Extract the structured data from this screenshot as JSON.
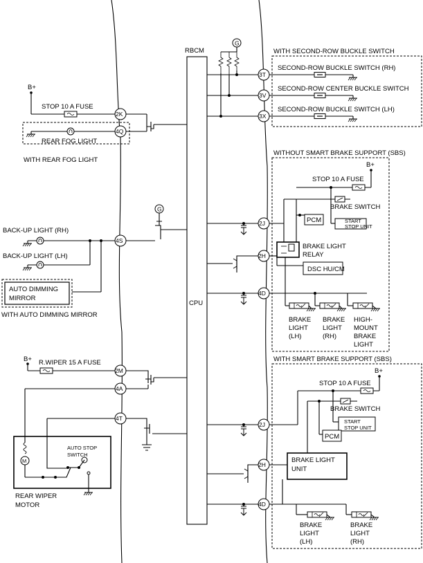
{
  "module": {
    "title": "RBCM",
    "cpu": "CPU"
  },
  "connectors": [
    "3T",
    "3V",
    "3X",
    "2K",
    "4Q",
    "4S",
    "2J",
    "2H",
    "4D",
    "2M",
    "4A",
    "4T",
    "2J",
    "2H",
    "4D"
  ],
  "ground_marker": "G",
  "b_plus": "B+",
  "left": {
    "stop_fuse": "STOP 10 A FUSE",
    "rear_fog_light": "REAR FOG LIGHT",
    "with_rear_fog": "WITH REAR FOG LIGHT",
    "backup_rh": "BACK-UP LIGHT (RH)",
    "backup_lh": "BACK-UP LIGHT (LH)",
    "auto_dim_mirror_1": "AUTO DIMMING",
    "auto_dim_mirror_2": "MIRROR",
    "with_auto_dim": "WITH AUTO DIMMING MIRROR",
    "rwiper_fuse": "R.WIPER 15 A FUSE",
    "auto_stop_1": "AUTO STOP",
    "auto_stop_2": "SWITCH",
    "rear_wiper_1": "REAR WIPER",
    "rear_wiper_2": "MOTOR",
    "motor_symbol": "M"
  },
  "buckle": {
    "title": "WITH SECOND-ROW BUCKLE SWITCH",
    "rh": "SECOND-ROW BUCKLE SWITCH (RH)",
    "center": "SECOND-ROW CENTER BUCKLE SWITCH",
    "lh": "SECOND-ROW BUCKLE SWITCH (LH)"
  },
  "without_sbs": {
    "title": "WITHOUT SMART BRAKE SUPPORT (SBS)",
    "stop_fuse": "STOP 10 A FUSE",
    "brake_switch": "BRAKE SWITCH",
    "pcm": "PCM",
    "start_stop_1": "START",
    "start_stop_2": "STOP UNIT",
    "relay_1": "BRAKE LIGHT",
    "relay_2": "RELAY",
    "dsc": "DSC HU/CM",
    "bl_lh": [
      "BRAKE",
      "LIGHT",
      "(LH)"
    ],
    "bl_rh": [
      "BRAKE",
      "LIGHT",
      "(RH)"
    ],
    "hmbl": [
      "HIGH-",
      "MOUNT",
      "BRAKE",
      "LIGHT"
    ]
  },
  "with_sbs": {
    "title": "WITH SMART BRAKE SUPPORT (SBS)",
    "stop_fuse": "STOP 10 A FUSE",
    "brake_switch": "BRAKE SWITCH",
    "start_stop_1": "START",
    "start_stop_2": "STOP UNIT",
    "pcm": "PCM",
    "unit_1": "BRAKE LIGHT",
    "unit_2": "UNIT",
    "bl_lh": [
      "BRAKE",
      "LIGHT",
      "(LH)"
    ],
    "bl_rh": [
      "BRAKE",
      "LIGHT",
      "(RH)"
    ]
  }
}
